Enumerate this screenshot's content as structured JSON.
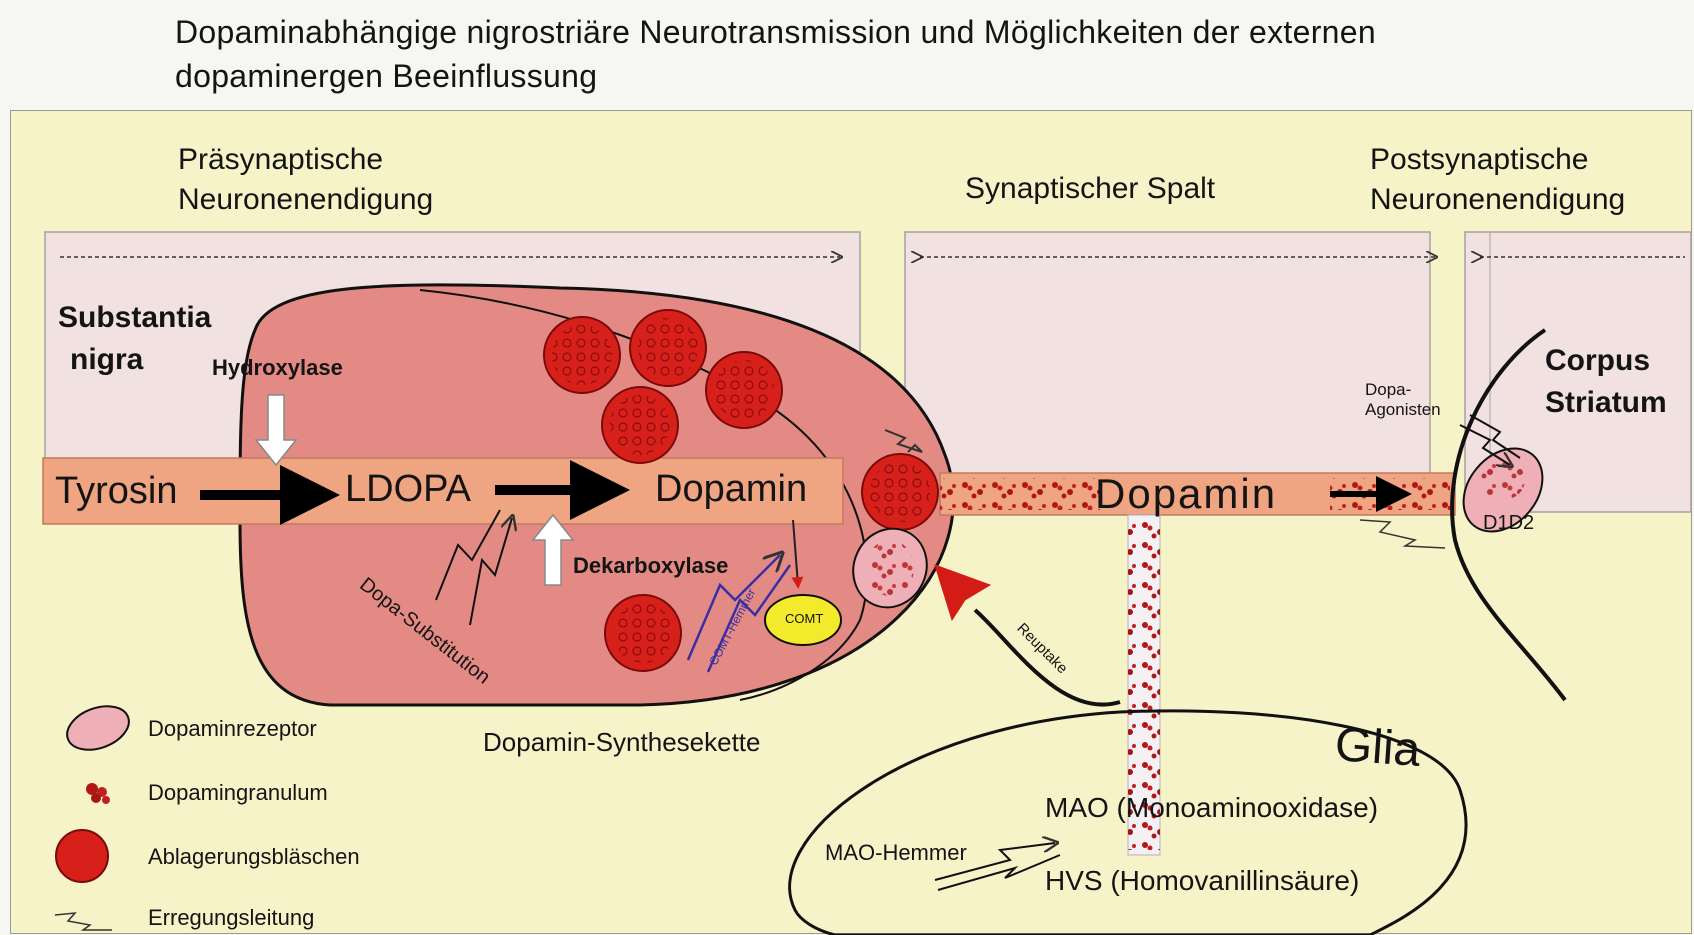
{
  "title": {
    "line1": "Dopaminabhängige nigrostriäre Neurotransmission und Möglichkeiten der externen",
    "line2": "dopaminergen Beeinflussung"
  },
  "sections": {
    "presynaptic": [
      "Präsynaptische",
      "Neuronenendigung"
    ],
    "cleft": "Synaptischer Spalt",
    "postsynaptic": [
      "Postsynaptische",
      "Neuronenendigung"
    ]
  },
  "regions": {
    "substantia": [
      "Substantia",
      "nigra"
    ],
    "corpus": [
      "Corpus",
      "Striatum"
    ],
    "glia": "Glia"
  },
  "pathway": {
    "tyrosin": "Tyrosin",
    "ldopa": "LDOPA",
    "dopamin": "Dopamin",
    "cleft_dopamin": "Dopamin"
  },
  "enzymes": {
    "hydroxylase": "Hydroxylase",
    "dekarboxylase": "Dekarboxylase",
    "comt": "COMT",
    "comt_hemmer": "COMT-Hemmer",
    "dopa_substitution": "Dopa-Substitution",
    "reuptake": "Reuptake",
    "dopa_agonisten": [
      "Dopa-",
      "Agonisten"
    ],
    "receptor_label": "D1D2",
    "synthese": "Dopamin-Synthesekette"
  },
  "glia": {
    "mao": "MAO (Monoaminooxidase)",
    "hvs": "HVS (Homovanillinsäure)",
    "mao_hemmer": "MAO-Hemmer"
  },
  "legend": [
    {
      "icon": "dopamine-receptor-icon",
      "label": "Dopaminrezeptor"
    },
    {
      "icon": "dopamine-granule-icon",
      "label": "Dopamingranulum"
    },
    {
      "icon": "storage-vesicle-icon",
      "label": "Ablagerungsbläschen"
    },
    {
      "icon": "excitation-icon",
      "label": "Erregungsleitung"
    }
  ],
  "colors": {
    "background": "#f7f3c8",
    "neuron": "#e48a84",
    "channel": "#f0a582",
    "vesicle": "#d8201a",
    "receptor": "#eeb0b6",
    "comt": "#f2ea2a",
    "arrow_red": "#d41c16",
    "hemmer_blue": "#3a2fa0"
  }
}
